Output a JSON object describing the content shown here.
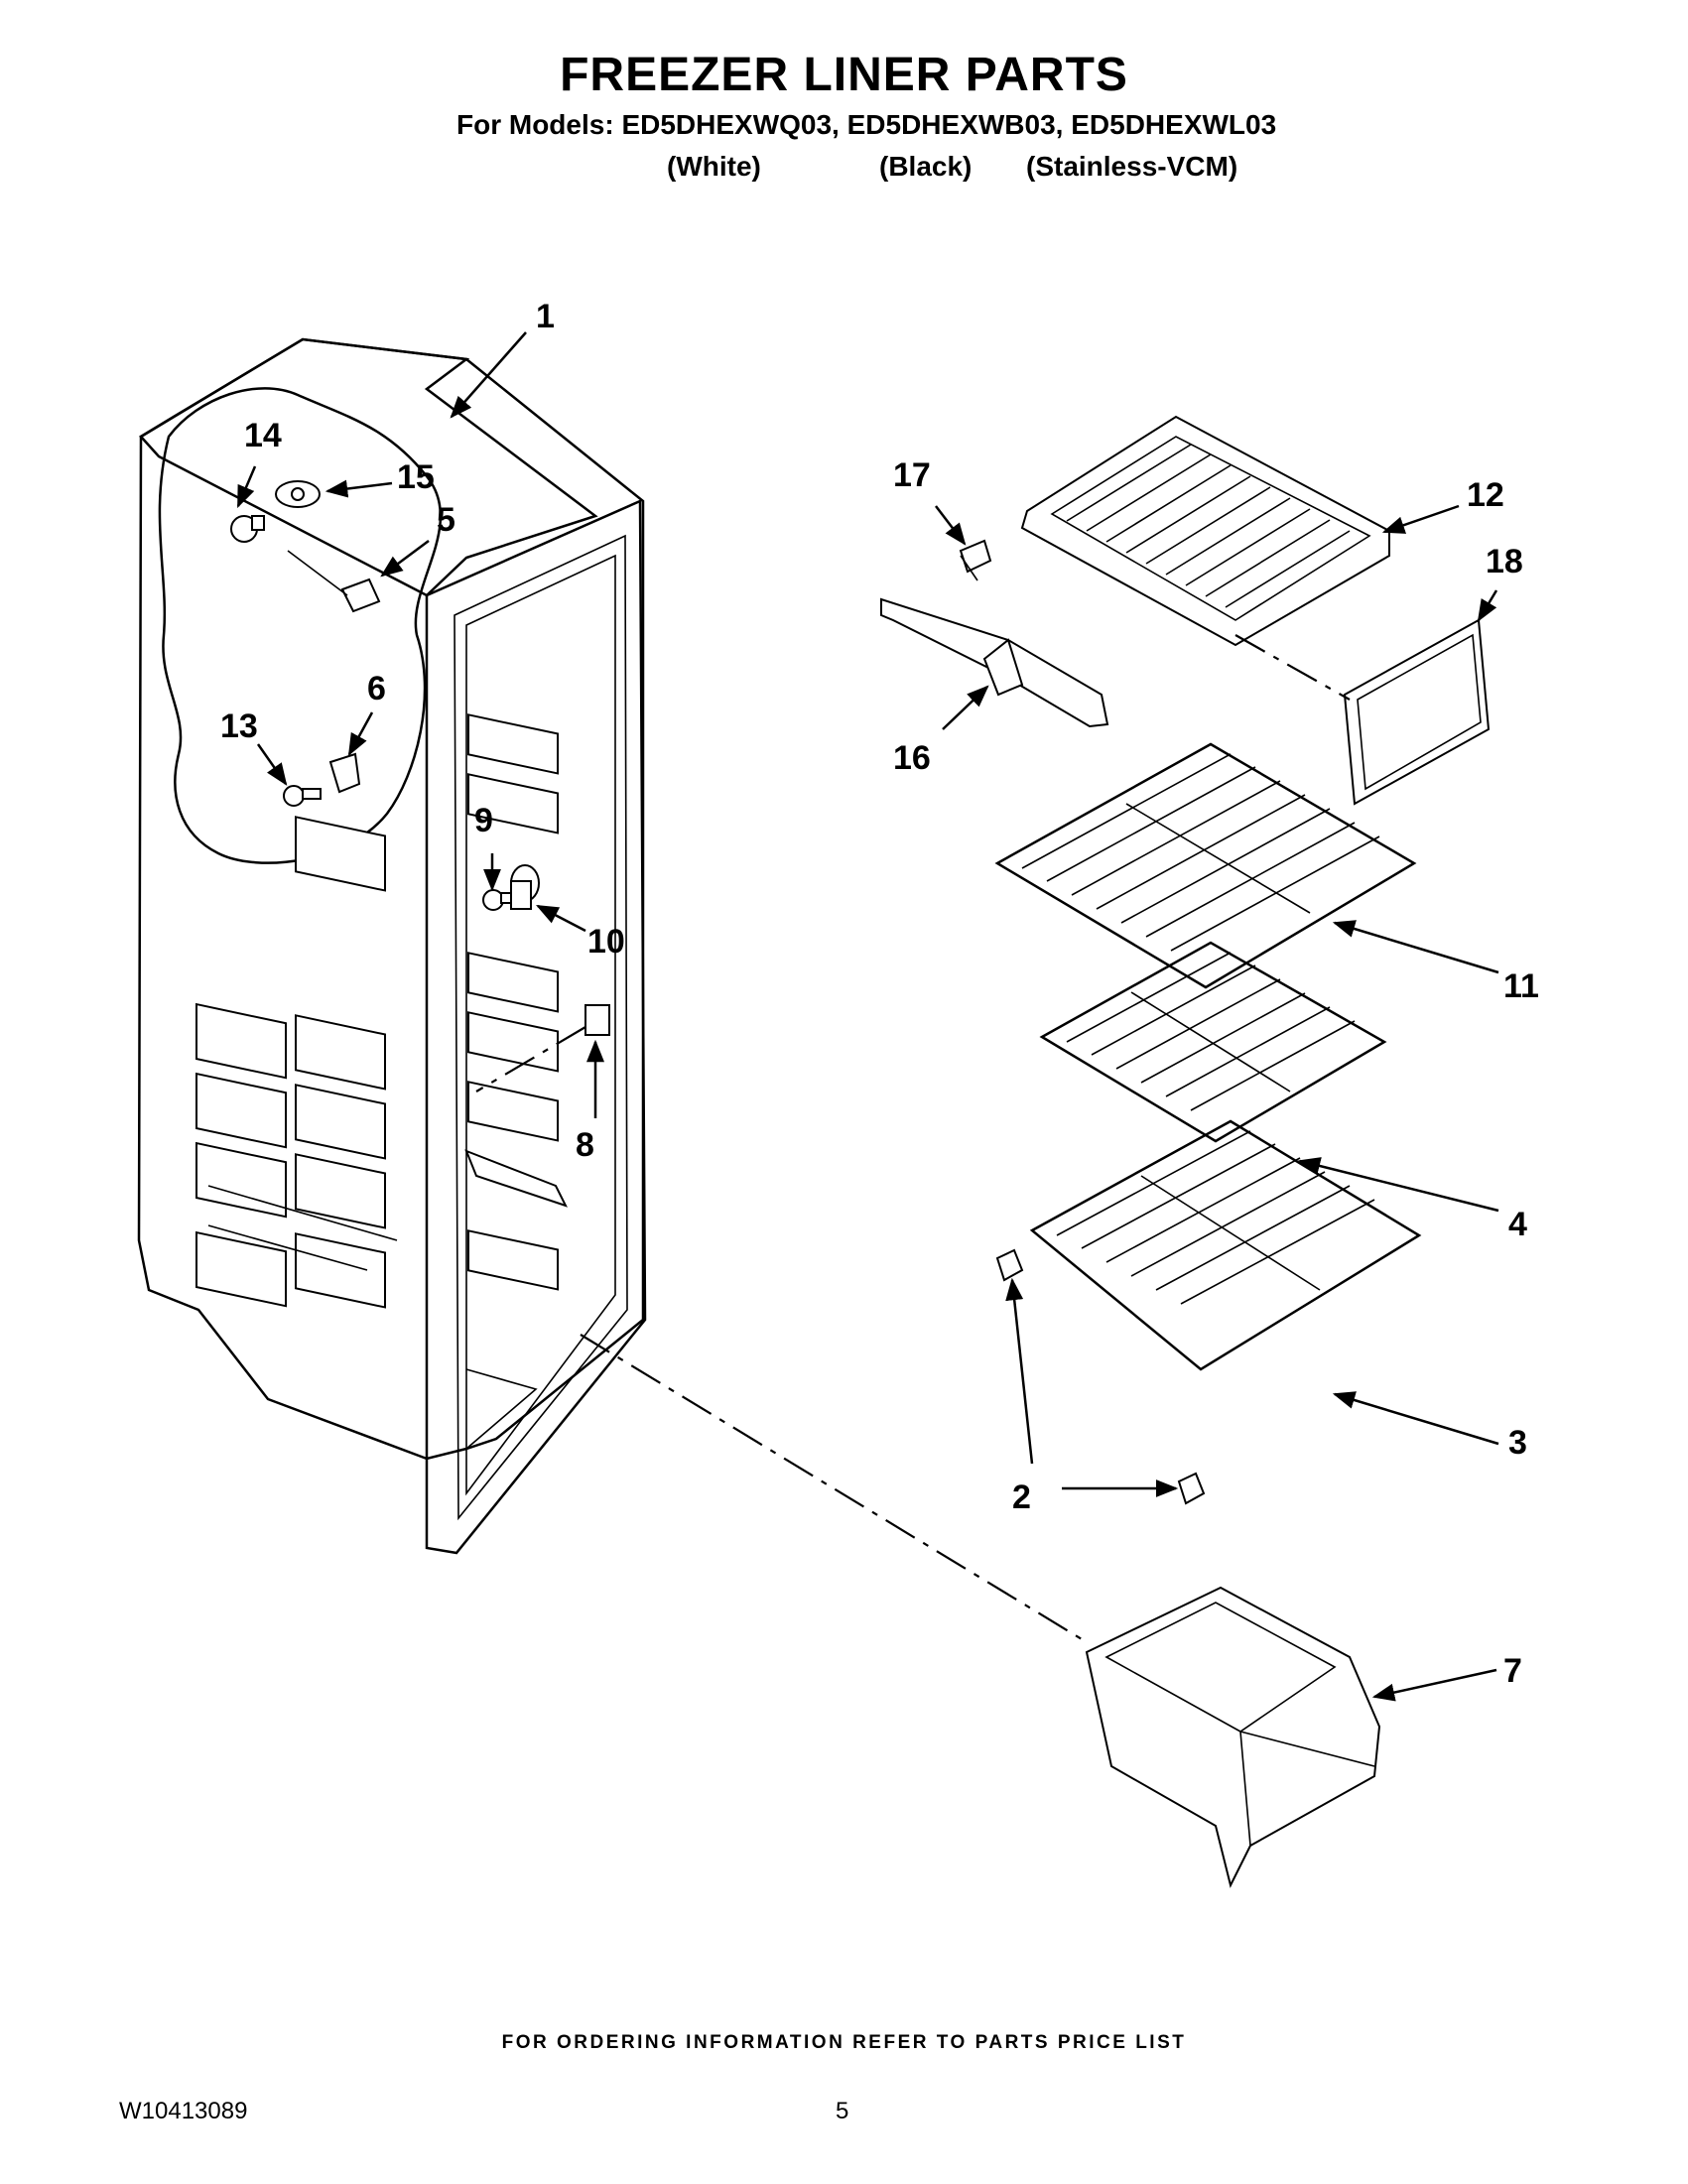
{
  "header": {
    "title": "FREEZER LINER PARTS",
    "models_line": "For Models: ED5DHEXWQ03, ED5DHEXWB03, ED5DHEXWL03",
    "variants": [
      "(White)",
      "(Black)",
      "(Stainless-VCM)"
    ]
  },
  "callouts": [
    "1",
    "2",
    "3",
    "4",
    "5",
    "6",
    "7",
    "8",
    "9",
    "10",
    "11",
    "12",
    "13",
    "14",
    "15",
    "16",
    "17",
    "18"
  ],
  "footer": {
    "note": "FOR ORDERING INFORMATION REFER TO PARTS PRICE LIST",
    "doc_id": "W10413089",
    "page": "5"
  }
}
